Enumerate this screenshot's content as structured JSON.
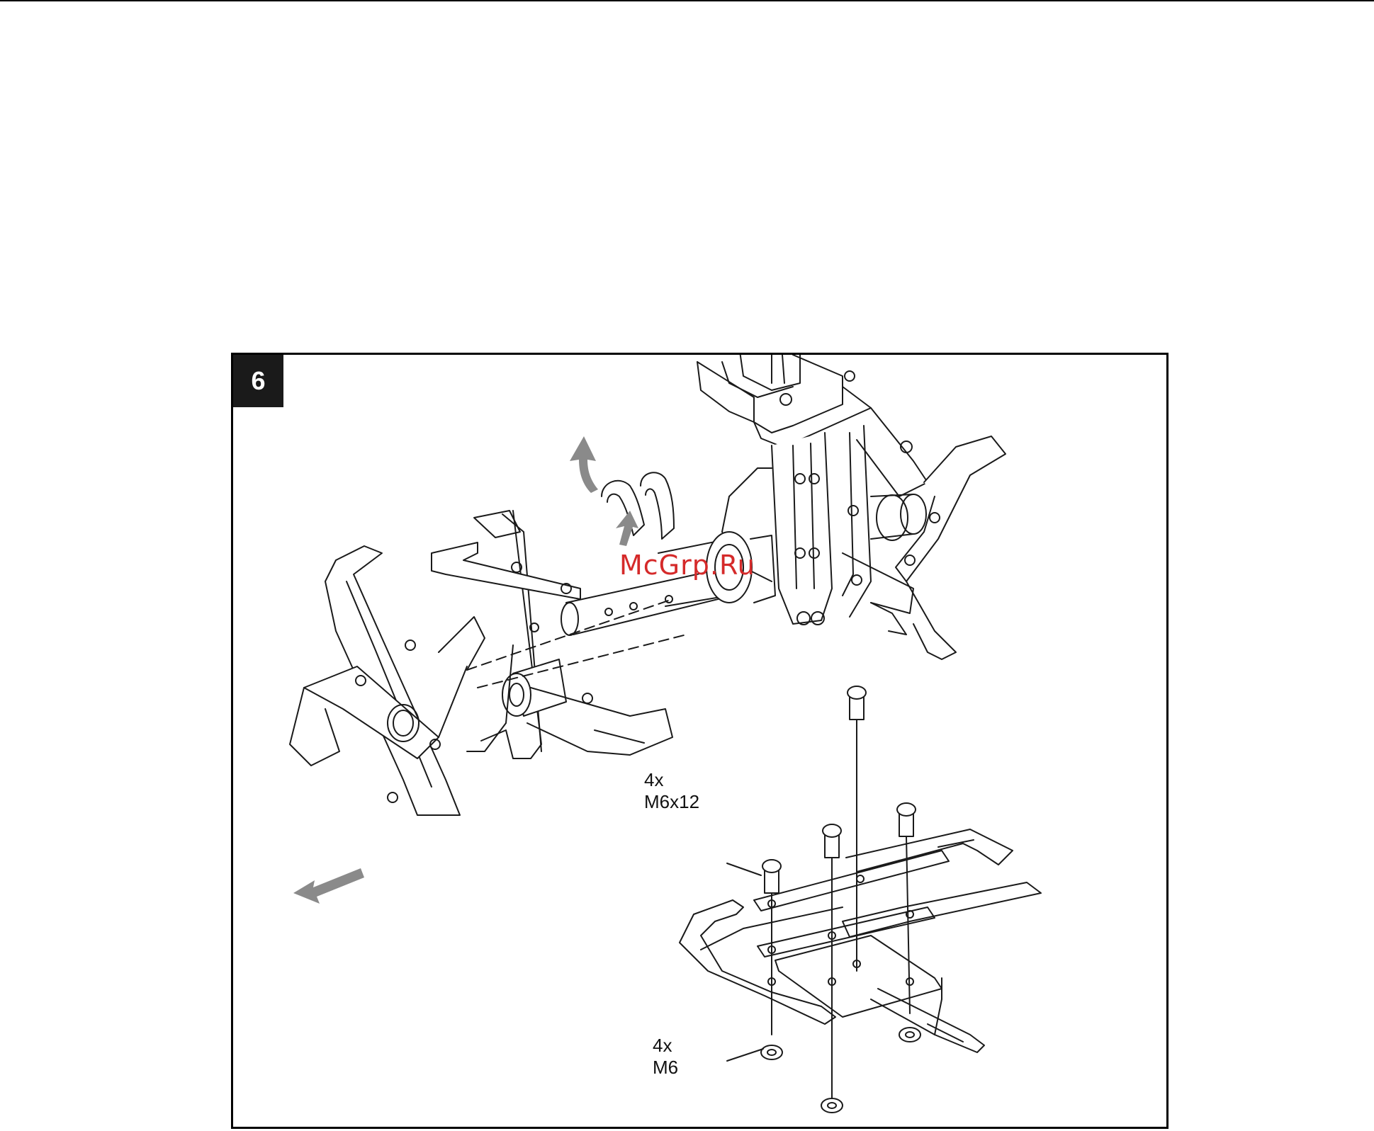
{
  "figure": {
    "number": "6"
  },
  "callouts": {
    "bolts_qty": "4x",
    "bolts_spec": "M6x12",
    "nuts_qty": "4x",
    "nuts_spec": "M6"
  },
  "watermark": "McGrp.Ru",
  "colors": {
    "line": "#1a1a1a",
    "arrow": "#8a8a8a",
    "watermark": "#d52a2a"
  }
}
